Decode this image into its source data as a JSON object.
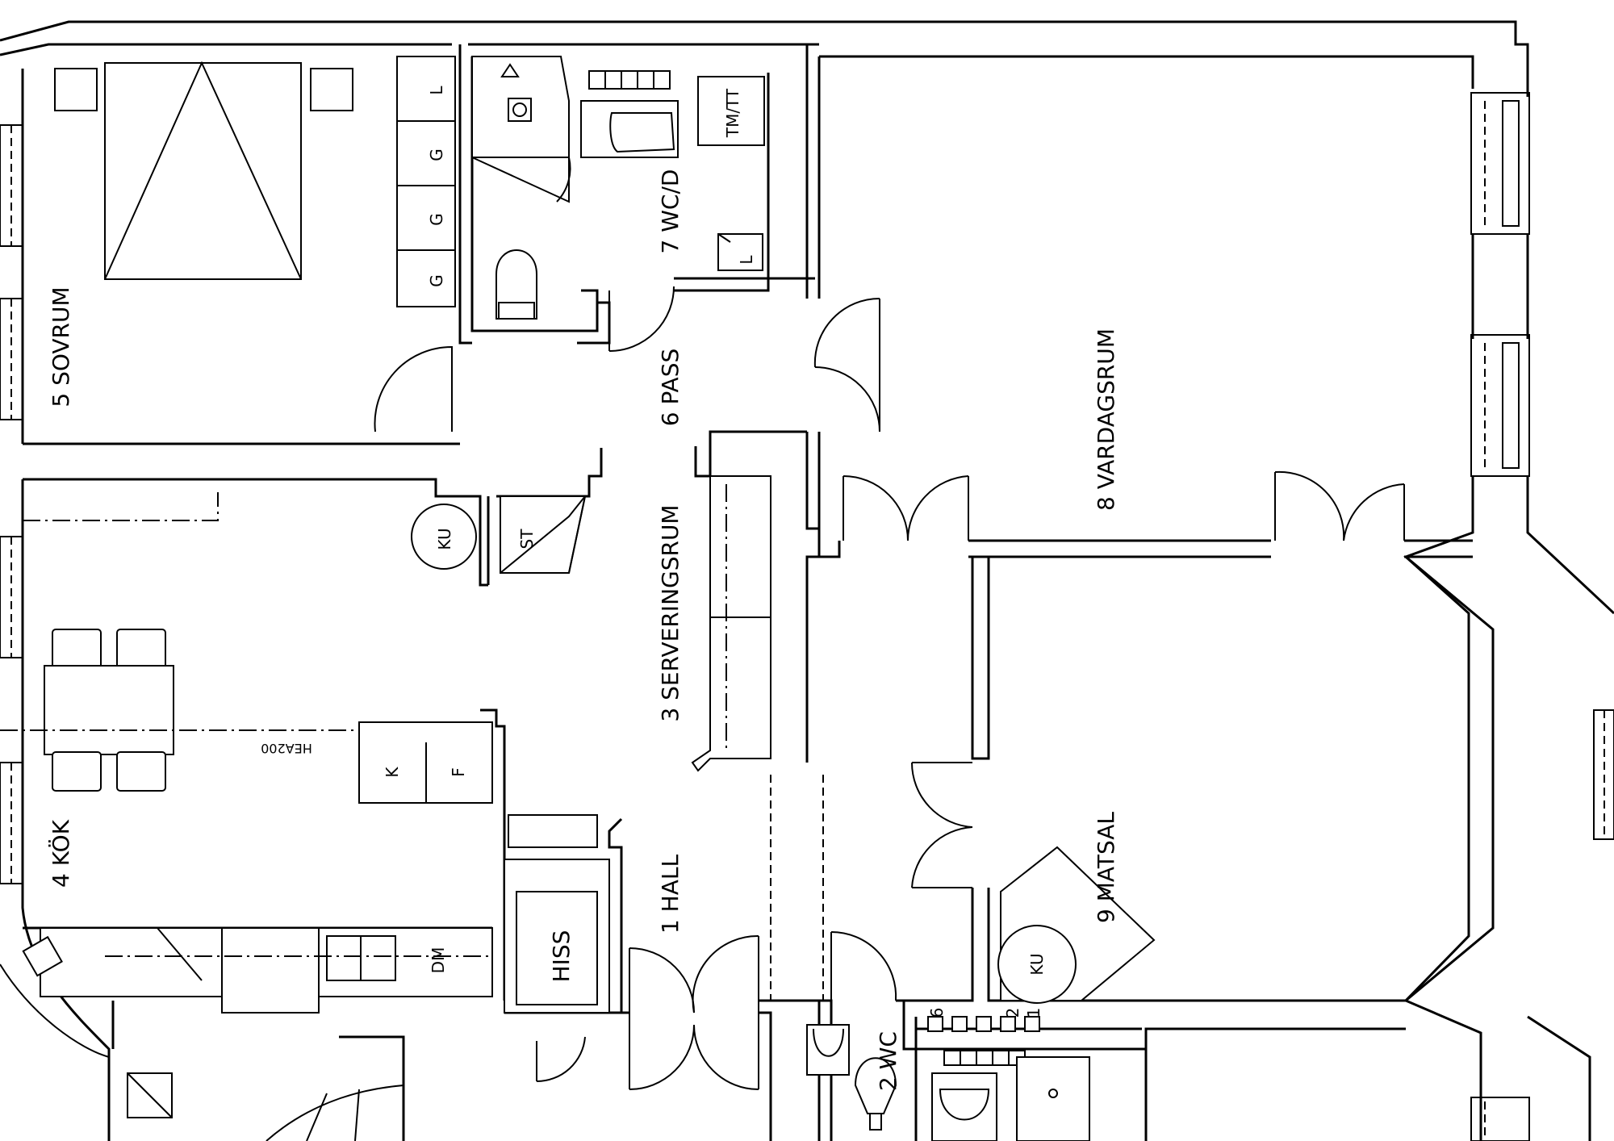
{
  "rooms": {
    "sovrum": "5 SOVRUM",
    "wc_d": "7 WC/D",
    "pass": "6 PASS",
    "vardagsrum": "8 VARDAGSRUM",
    "serveringsrum": "3 SERVERINGSRUM",
    "kok": "4 KÖK",
    "hall": "1 HALL",
    "matsal": "9 MATSAL",
    "wc": "2 WC"
  },
  "fixtures": {
    "wardrobe_l": "L",
    "wardrobe_g": "G",
    "tm_tt": "TM/TT",
    "laundry_l": "L",
    "ku_kitchen": "KU",
    "st": "ST",
    "k": "K",
    "f": "F",
    "dm": "DM",
    "hiss": "HISS",
    "ku_matsal": "KU",
    "beam": "HEA200",
    "num_6": "6",
    "num_2": "2",
    "num_1": "1"
  }
}
